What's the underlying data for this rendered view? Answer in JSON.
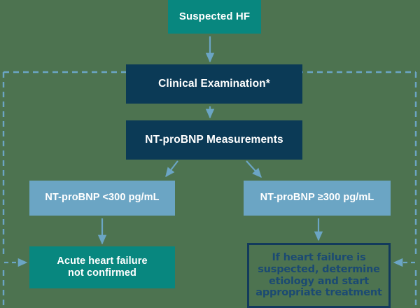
{
  "diagram": {
    "title": "NT-proBNP acute heart failure diagnostic algorithm",
    "type": "flowchart",
    "background_color": "#4d7350",
    "colors": {
      "teal": "#08877f",
      "navy": "#0b3a56",
      "light_blue": "#6ba5c4",
      "arrow": "#6ba5c4",
      "outline_border": "#123a5c",
      "outline_text": "#1b4a72",
      "dashed_region": "#6ba5c4"
    },
    "nodes": [
      {
        "id": "suspected_hf",
        "label": "Suspected HF",
        "style": "teal"
      },
      {
        "id": "clinical_exam",
        "label": "Clinical Examination*",
        "style": "navy"
      },
      {
        "id": "ntprobnp_meas",
        "label": "NT-proBNP Measurements",
        "style": "navy"
      },
      {
        "id": "ntprobnp_low",
        "label": "NT-proBNP <300 pg/mL",
        "style": "light_blue"
      },
      {
        "id": "ntprobnp_high",
        "label": "NT-proBNP ≥300 pg/mL",
        "style": "light_blue"
      },
      {
        "id": "ahf_not_confirmed",
        "label": "Acute heart failure not confirmed",
        "style": "teal"
      },
      {
        "id": "determine_etiology",
        "label": "If heart failure is suspected, determine etiology and start appropriate treatment",
        "style": "outline"
      }
    ],
    "node_lines": {
      "ahf_not_confirmed": [
        "Acute heart failure",
        "not confirmed"
      ],
      "determine_etiology": [
        "If heart failure is",
        "suspected, determine",
        "etiology and start",
        "appropriate treatment"
      ]
    },
    "edges": [
      {
        "from": "suspected_hf",
        "to": "clinical_exam",
        "kind": "solid-arrow-down"
      },
      {
        "from": "clinical_exam",
        "to": "ntprobnp_meas",
        "kind": "solid-arrow-down"
      },
      {
        "from": "ntprobnp_meas",
        "to": "ntprobnp_low",
        "kind": "solid-arrow-diagonal-left"
      },
      {
        "from": "ntprobnp_meas",
        "to": "ntprobnp_high",
        "kind": "solid-arrow-diagonal-right"
      },
      {
        "from": "ntprobnp_low",
        "to": "ahf_not_confirmed",
        "kind": "solid-arrow-down"
      },
      {
        "from": "ntprobnp_high",
        "to": "determine_etiology",
        "kind": "solid-arrow-down"
      },
      {
        "from": "dashed_region",
        "to": "ahf_not_confirmed",
        "kind": "dashed-arrow-right"
      },
      {
        "from": "dashed_region",
        "to": "determine_etiology",
        "kind": "dashed-arrow-left"
      }
    ],
    "annotations": {
      "dashed_region_note": "Dashed light-blue boundary enclosing the clinical examination, NT-proBNP measurement and outcome steps",
      "footnote_marker": "*"
    }
  }
}
